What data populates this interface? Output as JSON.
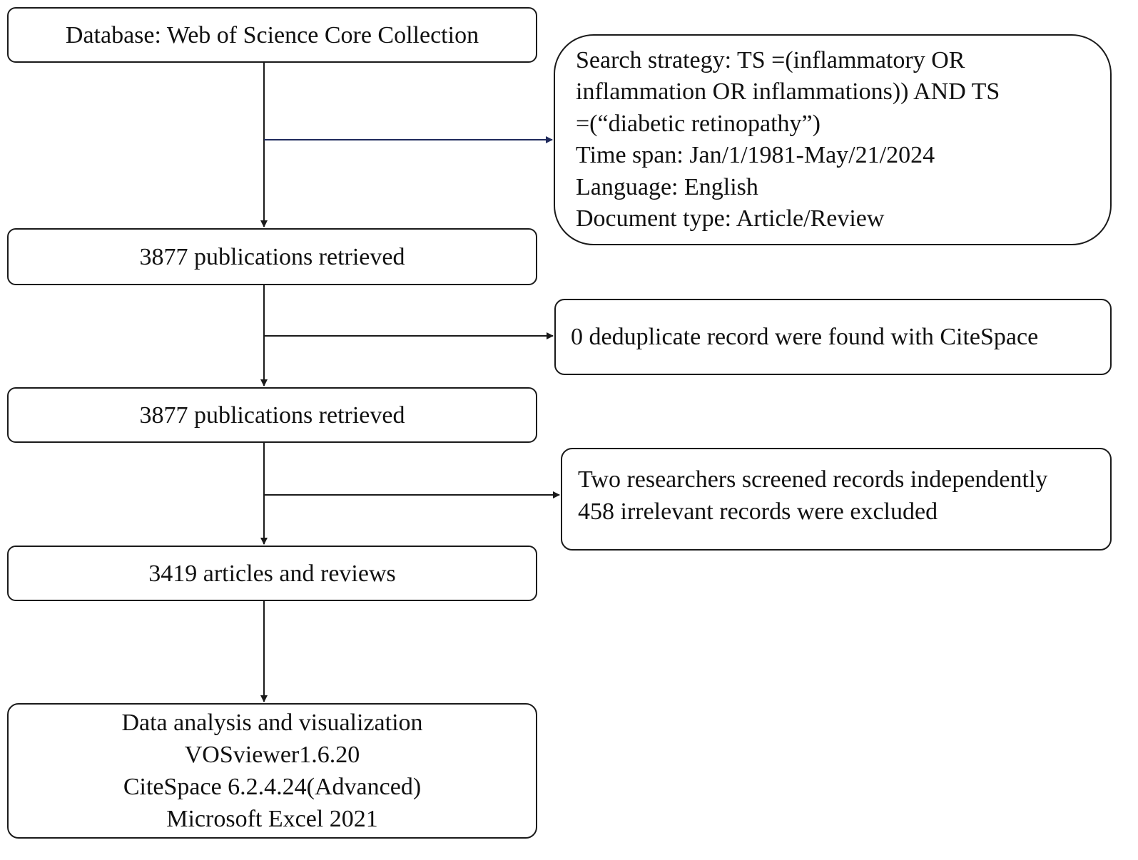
{
  "nodes": {
    "database": {
      "lines": [
        "Database:  Web of Science Core Collection"
      ]
    },
    "search": {
      "lines": [
        "Search strategy:  TS =(inflammatory OR",
        "inflammation OR inflammations)) AND TS",
        "=(“diabetic retinopathy”)",
        "Time span: Jan/1/1981-May/21/2024",
        "Language: English",
        "Document type: Article/Review"
      ]
    },
    "retrieved_1": {
      "lines": [
        "3877 publications retrieved"
      ]
    },
    "dedup": {
      "lines": [
        "0 deduplicate record were  found with CiteSpace"
      ]
    },
    "retrieved_2": {
      "lines": [
        "3877 publications retrieved"
      ]
    },
    "screening": {
      "lines": [
        "Two researchers screened records independently",
        "458 irrelevant records were excluded"
      ]
    },
    "articles": {
      "lines": [
        "3419 articles and reviews"
      ]
    },
    "analysis": {
      "lines": [
        "Data analysis and visualization",
        "VOSviewer1.6.20",
        "CiteSpace 6.2.4.24(Advanced)",
        "Microsoft Excel 2021"
      ]
    }
  },
  "edges": [
    {
      "from": "database",
      "to": "retrieved_1"
    },
    {
      "from": "database",
      "to": "search"
    },
    {
      "from": "retrieved_1",
      "to": "retrieved_2"
    },
    {
      "from": "retrieved_1",
      "to": "dedup"
    },
    {
      "from": "retrieved_2",
      "to": "articles"
    },
    {
      "from": "retrieved_2",
      "to": "screening"
    },
    {
      "from": "articles",
      "to": "analysis"
    }
  ],
  "colors": {
    "border": "#1a1a1a",
    "arrow": "#1a1a1a",
    "search_arrow": "#1f2a5c",
    "text": "#111111",
    "background": "#ffffff"
  }
}
